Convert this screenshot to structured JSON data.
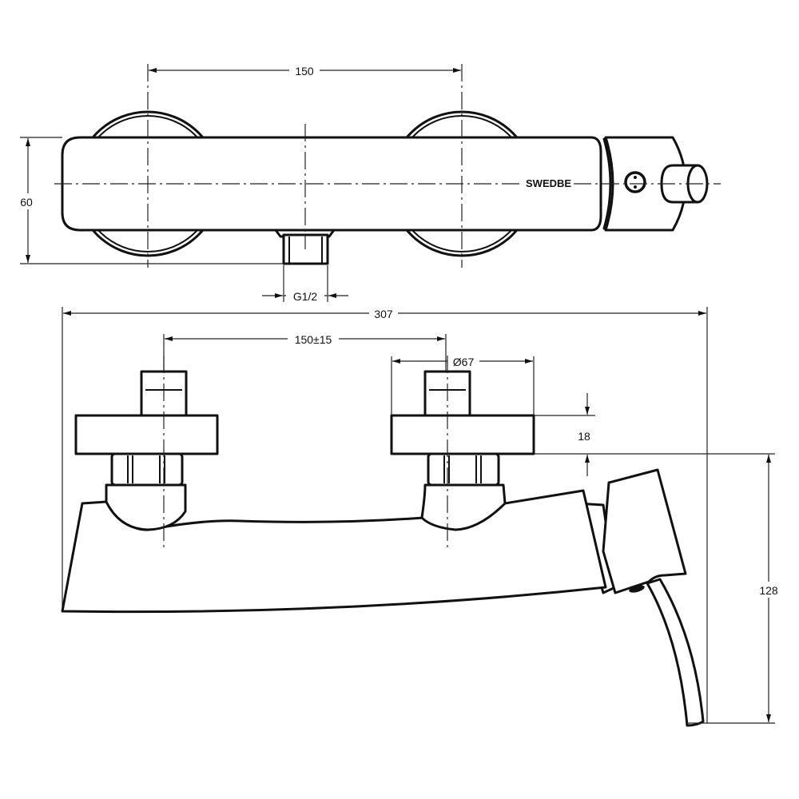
{
  "brand": "SWEDBE",
  "top_view": {
    "dim_center_distance": "150",
    "dim_height": "60",
    "dim_outlet_thread": "G1/2"
  },
  "side_view": {
    "dim_total_length": "307",
    "dim_center_distance_tolerance": "150±15",
    "dim_disc_diameter": "Ø67",
    "dim_disc_thickness": "18",
    "dim_total_height": "128"
  }
}
